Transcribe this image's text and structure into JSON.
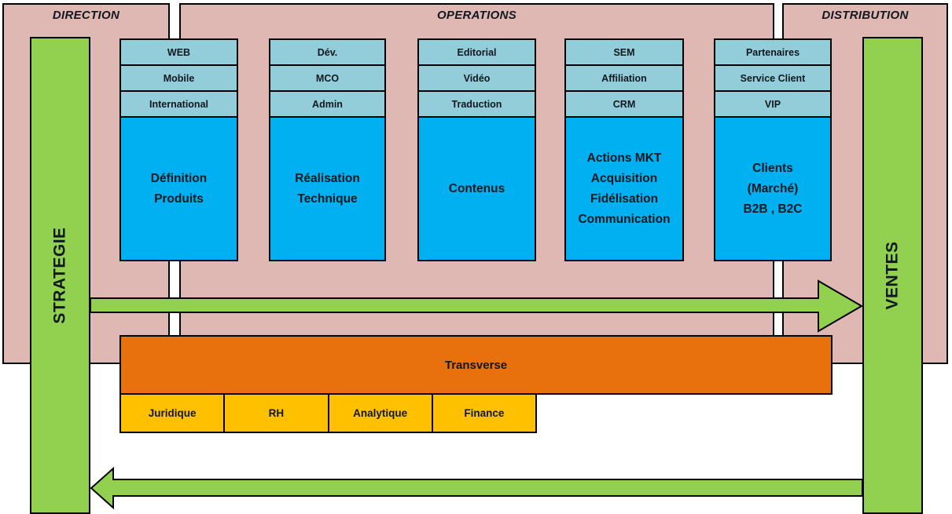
{
  "colors": {
    "pink": "#dfb8b4",
    "headerblue": "#93cdd9",
    "blue": "#00b0f0",
    "green": "#92d050",
    "orange": "#e6710d",
    "yellow": "#ffc000",
    "line": "#000000"
  },
  "bands": {
    "direction": "DIRECTION",
    "operations": "OPERATIONS",
    "distribution": "DISTRIBUTION"
  },
  "sidebars": {
    "left": "STRATEGIE",
    "right": "VENTES"
  },
  "columns": [
    {
      "headers": [
        "WEB",
        "Mobile",
        "International"
      ],
      "body": "Définition\nProduits"
    },
    {
      "headers": [
        "Dév.",
        "MCO",
        "Admin"
      ],
      "body": "Réalisation\nTechnique"
    },
    {
      "headers": [
        "Editorial",
        "Vidéo",
        "Traduction"
      ],
      "body": "Contenus"
    },
    {
      "headers": [
        "SEM",
        "Affiliation",
        "CRM"
      ],
      "body": "Actions MKT\nAcquisition\nFidélisation\nCommunication"
    },
    {
      "headers": [
        "Partenaires",
        "Service Client",
        "VIP"
      ],
      "body": "Clients\n(Marché)\nB2B , B2C"
    }
  ],
  "transverse": {
    "label": "Transverse",
    "items": [
      "Juridique",
      "RH",
      "Analytique",
      "Finance"
    ]
  }
}
